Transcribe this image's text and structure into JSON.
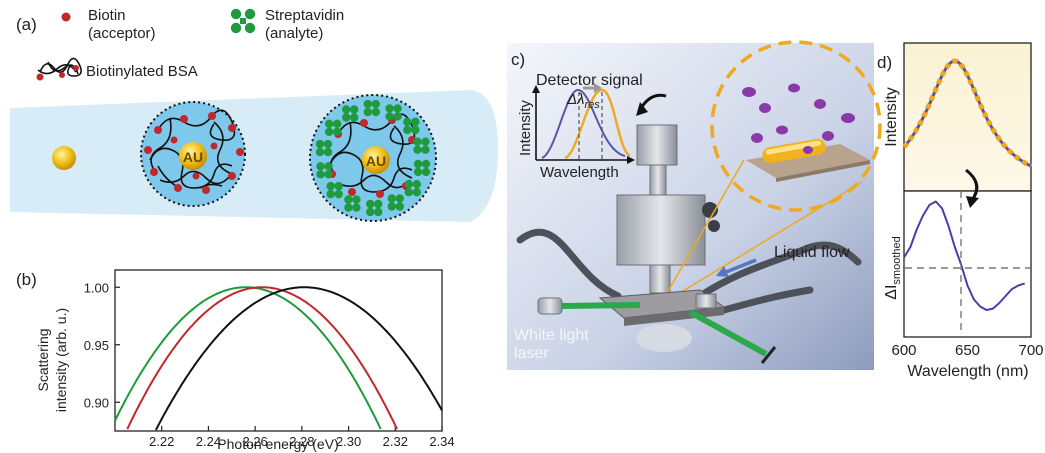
{
  "panel_a": {
    "label": "(a)",
    "legend": {
      "biotin": "Biotin",
      "biotin_role": "(acceptor)",
      "streptavidin": "Streptavidin",
      "streptavidin_role": "(analyte)",
      "bsa": "Biotinylated BSA"
    },
    "particle_label_1": "AU",
    "particle_label_2": "AU",
    "colors": {
      "biotin": "#c0282d",
      "streptavidin": "#1f9a3c",
      "gold": "#f2c21b",
      "band": "#d8ecf7",
      "shell": "#7ec8ec"
    }
  },
  "panel_b": {
    "label": "(b)",
    "chart_data": {
      "type": "line",
      "xlabel": "Photon energy (eV)",
      "ylabel_line1": "Scattering",
      "ylabel_line2": "intensity (arb. u.)",
      "xlim": [
        2.2,
        2.34
      ],
      "ylim": [
        0.875,
        1.015
      ],
      "xticks": [
        "2.22",
        "2.24",
        "2.26",
        "2.28",
        "2.30",
        "2.32",
        "2.34"
      ],
      "yticks": [
        "0.90",
        "0.95",
        "1.00"
      ],
      "xtick_values": [
        2.22,
        2.24,
        2.26,
        2.28,
        2.3,
        2.32,
        2.34
      ],
      "ytick_values": [
        0.9,
        0.95,
        1.0
      ],
      "series": [
        {
          "color": "#1f9a3c",
          "peak": 2.256,
          "halfwidth": 0.052
        },
        {
          "color": "#c0282d",
          "peak": 2.263,
          "halfwidth": 0.052
        },
        {
          "color": "#111111",
          "peak": 2.281,
          "halfwidth": 0.057
        }
      ]
    }
  },
  "panel_c": {
    "label": "c)",
    "detector_signal": "Detector signal",
    "delta": "Δλ",
    "delta_sub": "res",
    "intensity": "Intensity",
    "wavelength": "Wavelength",
    "liquid_flow": "Liquid flow",
    "light_line1": "White light",
    "light_line2": "laser",
    "colors": {
      "curve_before": "#5b55a8",
      "curve_after": "#f0a81c",
      "laser": "#2ba84a",
      "ring": "#f0a81c",
      "molecule": "#8a3aa6"
    }
  },
  "panel_d": {
    "label": "d)",
    "ylabel_top": "Intensity",
    "ylabel_bottom_main": "ΔI",
    "ylabel_bottom_sub": "smoothed",
    "xlabel": "Wavelength (nm)",
    "xticks": [
      "600",
      "650",
      "700"
    ],
    "chart_data": {
      "type": "line",
      "xlim": [
        600,
        700
      ],
      "xtick_values": [
        600,
        650,
        700
      ],
      "top_curve_color": "#f0a81c",
      "top_curve_alt_color": "#5b55a8",
      "bottom_curve_color": "#4a3ea8",
      "bottom_x": [
        600,
        605,
        610,
        615,
        620,
        625,
        630,
        635,
        640,
        645,
        650,
        655,
        660,
        665,
        670,
        675,
        680,
        685,
        690,
        695
      ],
      "bottom_y": [
        0.15,
        0.3,
        0.55,
        0.75,
        0.9,
        0.95,
        0.85,
        0.6,
        0.3,
        0.05,
        -0.25,
        -0.45,
        -0.55,
        -0.6,
        -0.58,
        -0.5,
        -0.4,
        -0.3,
        -0.25,
        -0.22
      ]
    }
  }
}
